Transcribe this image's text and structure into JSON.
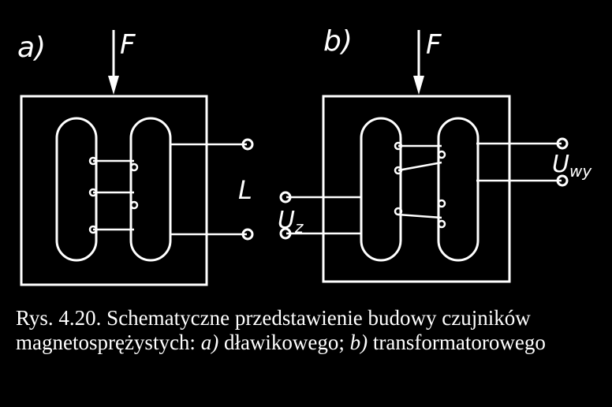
{
  "panel_a": {
    "letter": "a)",
    "force": "F",
    "terminal": "L"
  },
  "panel_b": {
    "letter": "b)",
    "force": "F",
    "input_main": "U",
    "input_sub": "z",
    "output_main": "U",
    "output_sub": "wy"
  },
  "caption": {
    "lead": "Rys. 4.20. Schematyczne przedstawienie budowy czujników magnetosprężystych: ",
    "mark_a": "a)",
    "text_a": " dławikowego; ",
    "mark_b": "b)",
    "text_b": " transformatorowego"
  },
  "colors": {
    "background": "#000000",
    "ink": "#ffffff"
  }
}
